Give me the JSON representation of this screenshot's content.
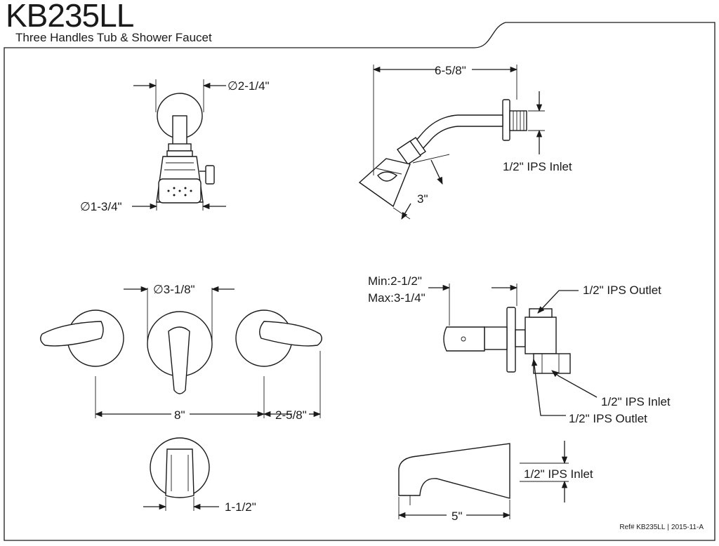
{
  "header": {
    "model": "KB235LL",
    "subtitle": "Three Handles Tub & Shower Faucet"
  },
  "footer": {
    "ref_label": "Ref# KB235LL",
    "separator": "|",
    "revision": "2015-11-A"
  },
  "dimensions": {
    "showerhead_front_flange": "∅2-1/4\"",
    "showerhead_front_face": "∅1-3/4\"",
    "shower_arm_reach": "6-5/8\"",
    "shower_arm_inlet": "1/2\" IPS Inlet",
    "showerhead_length": "3\"",
    "handle_escutcheon": "∅3-1/8\"",
    "valve_depth_min": "Min:2-1/2\"",
    "valve_depth_max": "Max:3-1/4\"",
    "valve_outlet_top": "1/2\" IPS Outlet",
    "handle_spacing": "8\"",
    "handle_side": "2-5/8\"",
    "valve_inlet": "1/2\" IPS Inlet",
    "valve_outlet_bottom": "1/2\" IPS Outlet",
    "spout_width": "1-1/2\"",
    "spout_inlet": "1/2\" IPS Inlet",
    "spout_length": "5\""
  },
  "colors": {
    "line": "#1a1a1a",
    "background": "#ffffff"
  }
}
